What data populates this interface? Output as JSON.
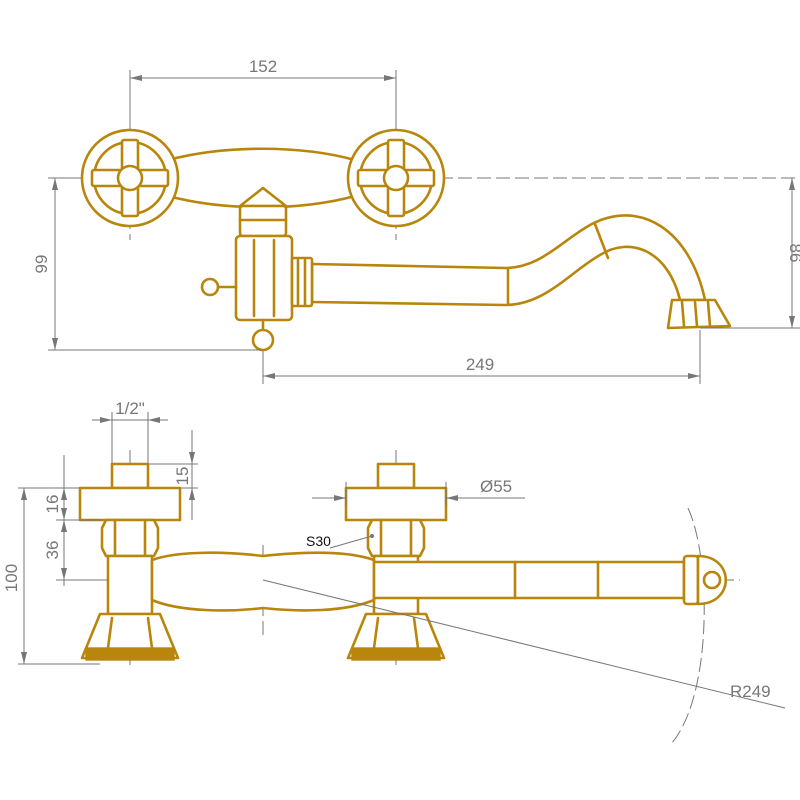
{
  "colors": {
    "outline": "#b8860b",
    "dimension": "#777777",
    "background": "#ffffff"
  },
  "top_view": {
    "dim_handle_spacing": "152",
    "dim_depth_left": "99",
    "dim_depth_right": "86",
    "dim_spout_length": "249"
  },
  "front_view": {
    "dim_thread": "1/2\"",
    "dim_thread_length": "15",
    "dim_rosette_height": "16",
    "dim_nut_height": "36",
    "dim_total_height": "100",
    "dim_rosette_diameter": "Ø55",
    "label_wrench": "S30",
    "dim_swing_radius": "R249"
  }
}
